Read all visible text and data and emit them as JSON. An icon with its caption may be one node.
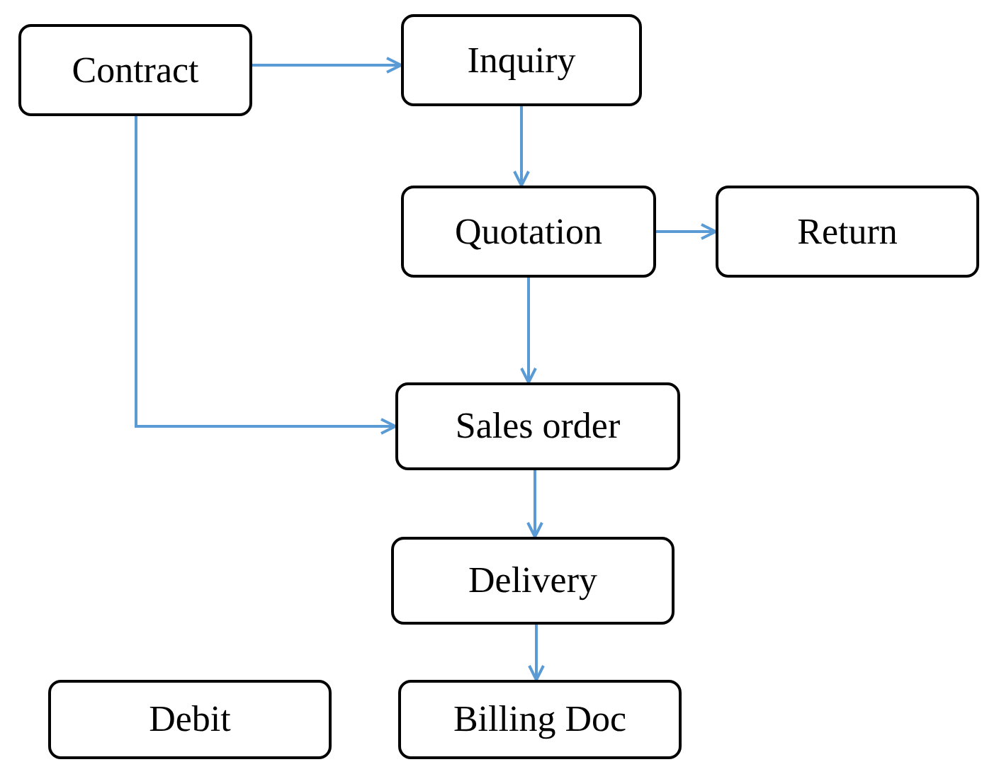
{
  "diagram": {
    "nodes": [
      {
        "text": [
          "Contract"
        ]
      },
      {
        "text": [
          "Inquiry"
        ]
      },
      {
        "text": [
          "Quotation"
        ]
      },
      {
        "text": [
          "Return"
        ]
      },
      {
        "text": [
          "Sales order"
        ]
      },
      {
        "text": [
          "Delivery"
        ]
      },
      {
        "text": [
          "Debit"
        ]
      },
      {
        "text": [
          "Billing Doc"
        ]
      }
    ],
    "edges": [
      {
        "from": 0,
        "to": 1,
        "arrow": "to"
      },
      {
        "from": 1,
        "to": 2,
        "arrow": "to"
      },
      {
        "from": 2,
        "to": 3,
        "arrow": "to"
      },
      {
        "from": 2,
        "to": 4,
        "arrow": "to"
      },
      {
        "from": 0,
        "to": 4,
        "arrow": "to"
      },
      {
        "from": 4,
        "to": 5,
        "arrow": "to"
      },
      {
        "from": 5,
        "to": 7,
        "arrow": "to"
      }
    ]
  }
}
